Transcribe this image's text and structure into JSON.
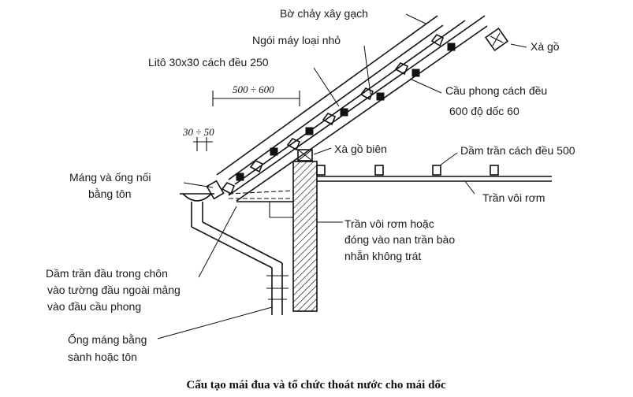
{
  "labels": {
    "bo_chay": "Bờ chảy xây gạch",
    "ngoi_may": "Ngói máy loại nhỏ",
    "lito": "Litô 30x30 cách đều 250",
    "xa_go": "Xà gồ",
    "cau_phong_1": "Cầu phong cách đều",
    "cau_phong_2": "600 độ dốc 60",
    "dim_spacing": "500 ÷ 600",
    "dim_depth": "30 ÷ 50",
    "xa_go_bien": "Xà gồ biên",
    "dam_tran": "Dầm trần cách đều 500",
    "mang_1": "Máng và ống nối",
    "mang_2": "bằng tôn",
    "tran_voi_rom": "Trần vôi rơm",
    "tran_hoac_1": "Trần vôi rơm hoặc",
    "tran_hoac_2": "đóng vào nan trần bào",
    "tran_hoac_3": "nhẵn không trát",
    "dam_dau_1": "Dầm trần đầu trong chôn",
    "dam_dau_2": "vào tường đầu ngoài mảng",
    "dam_dau_3": "vào đầu cầu phong",
    "ong_mang_1": "Ống máng bằng",
    "ong_mang_2": "sành hoặc tôn",
    "caption": "Cấu tạo mái đua và tổ chức thoát nước cho mái dốc"
  }
}
